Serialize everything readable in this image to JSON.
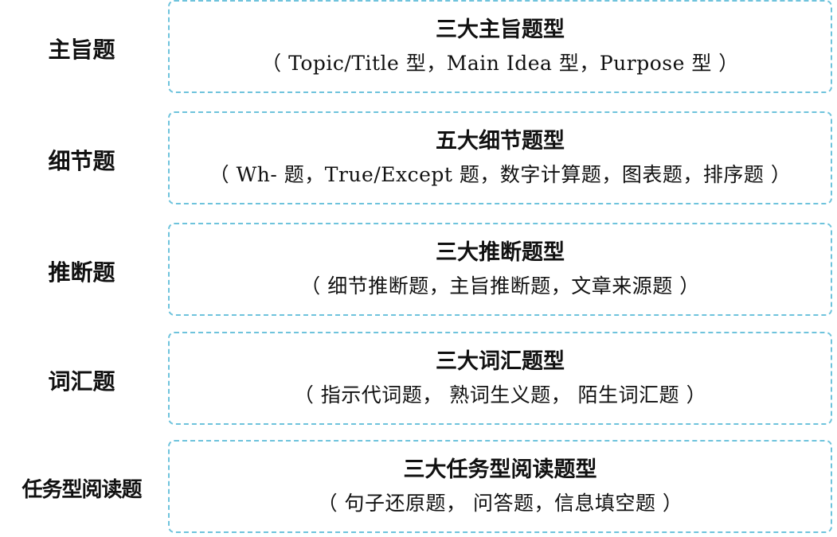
{
  "rows": [
    {
      "label": "主旨题",
      "title": "三大主旨题型",
      "subtitle": "（ Topic/Title 型，Main Idea 型，Purpose 型 ）"
    },
    {
      "label": "细节题",
      "title": "五大细节题型",
      "subtitle": "（ Wh- 题，True/Except 题，数字计算题，图表题，排序题 ）"
    },
    {
      "label": "推断题",
      "title": "三大推断题型",
      "subtitle": "（ 细节推断题，主旨推断题，文章来源题 ）"
    },
    {
      "label": "词汇题",
      "title": "三大词汇题型",
      "subtitle": "（ 指示代词题， 熟词生义题， 陌生词汇题 ）"
    },
    {
      "label": "任务型阅读题",
      "title": "三大任务型阅读题型",
      "subtitle": "（ 句子还原题， 问答题，信息填空题 ）"
    }
  ],
  "colors": {
    "box_border": "#6ec3dc",
    "text": "#111111"
  }
}
